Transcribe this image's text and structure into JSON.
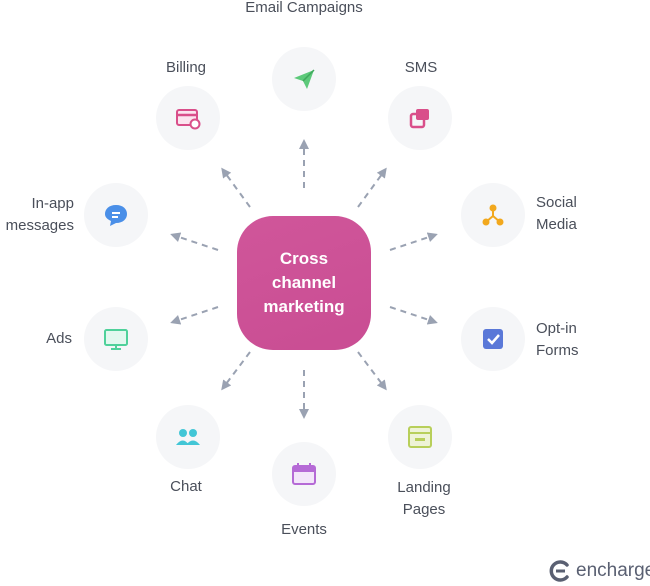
{
  "center": {
    "label": "Cross channel marketing"
  },
  "channels": [
    {
      "label": "Email Campaigns",
      "icon": "paper-plane-icon",
      "color": "#5cc97a"
    },
    {
      "label": "SMS",
      "icon": "chat-square-icon",
      "color": "#d94f8a"
    },
    {
      "label": "Social Media",
      "icon": "network-nodes-icon",
      "color": "#f2a81d"
    },
    {
      "label": "Opt-in Forms",
      "icon": "checkbox-icon",
      "color": "#5a78d8"
    },
    {
      "label": "Landing Pages",
      "icon": "browser-window-icon",
      "color": "#b8cf5a"
    },
    {
      "label": "Events",
      "icon": "calendar-icon",
      "color": "#b56ad6"
    },
    {
      "label": "Chat",
      "icon": "people-icon",
      "color": "#42c6d6"
    },
    {
      "label": "Ads",
      "icon": "monitor-icon",
      "color": "#4fd19a"
    },
    {
      "label": "In-app messages",
      "icon": "chat-bubble-icon",
      "color": "#4a8fe8"
    },
    {
      "label": "Billing",
      "icon": "credit-card-icon",
      "color": "#d94f8a"
    }
  ],
  "brand": {
    "name": "encharge"
  },
  "arrow_color": "#9aa2b2"
}
